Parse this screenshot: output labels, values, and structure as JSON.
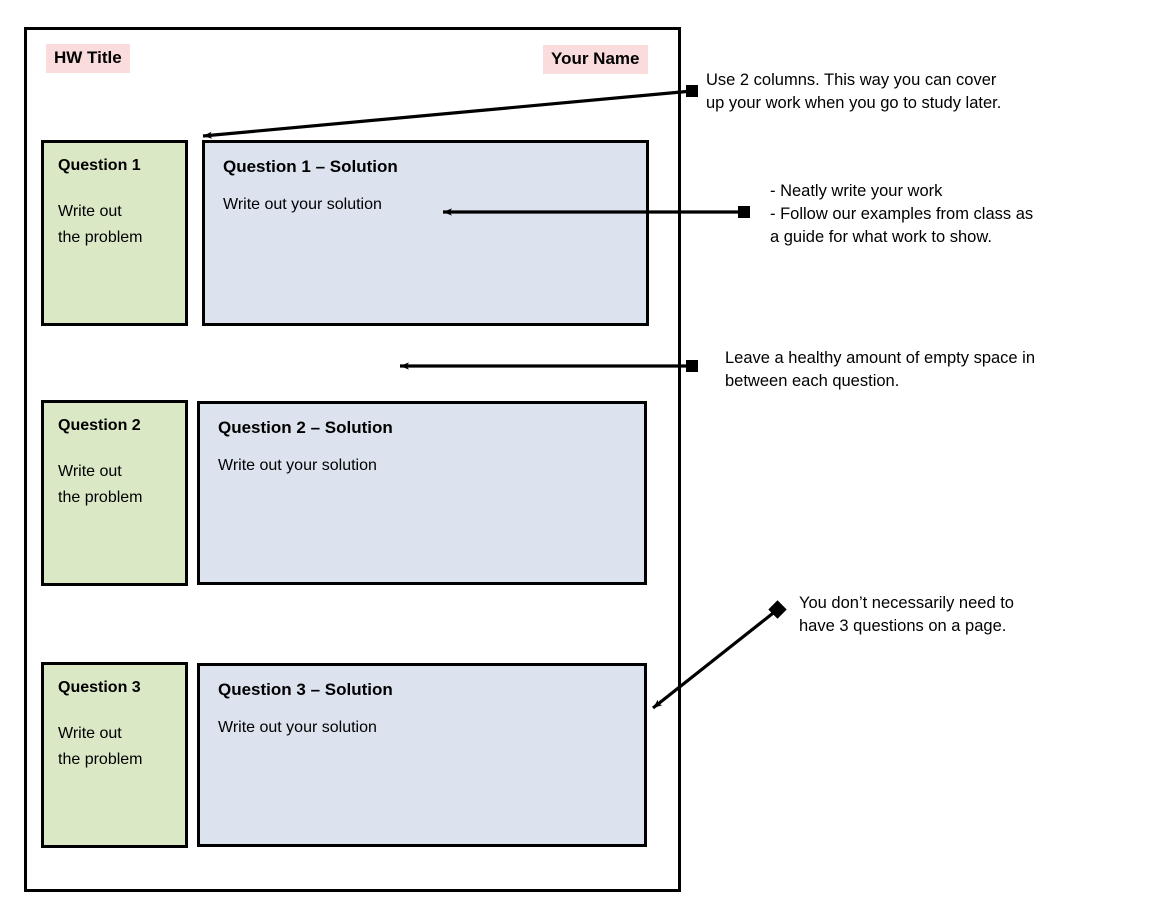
{
  "page": {
    "header": {
      "hw_title": "HW Title",
      "your_name": "Your Name"
    },
    "questions": [
      {
        "prompt_title": "Question 1",
        "prompt_body": "Write out\nthe problem",
        "solution_title": "Question 1 – Solution",
        "solution_body": "Write out your solution"
      },
      {
        "prompt_title": "Question 2",
        "prompt_body": "Write out\nthe problem",
        "solution_title": "Question 2 – Solution",
        "solution_body": "Write out your solution"
      },
      {
        "prompt_title": "Question 3",
        "prompt_body": "Write out\nthe problem",
        "solution_title": "Question 3 – Solution",
        "solution_body": "Write out your solution"
      }
    ]
  },
  "annotations": [
    {
      "id": "two-columns",
      "text": "Use 2 columns. This way you can cover\nup your work when you go to study later."
    },
    {
      "id": "neat-work",
      "text": "- Neatly write your work\n- Follow our examples from class as\na guide for what work to show."
    },
    {
      "id": "empty-space",
      "text": "Leave a healthy amount of empty space in\nbetween each question."
    },
    {
      "id": "question-count",
      "text": "You don’t necessarily need to\nhave 3 questions on a page."
    }
  ],
  "colors": {
    "prompt_fill": "#dae8c6",
    "solution_fill": "#dce3ef",
    "header_label_fill": "#fadcdc",
    "stroke": "#000000",
    "page_background": "#ffffff"
  }
}
